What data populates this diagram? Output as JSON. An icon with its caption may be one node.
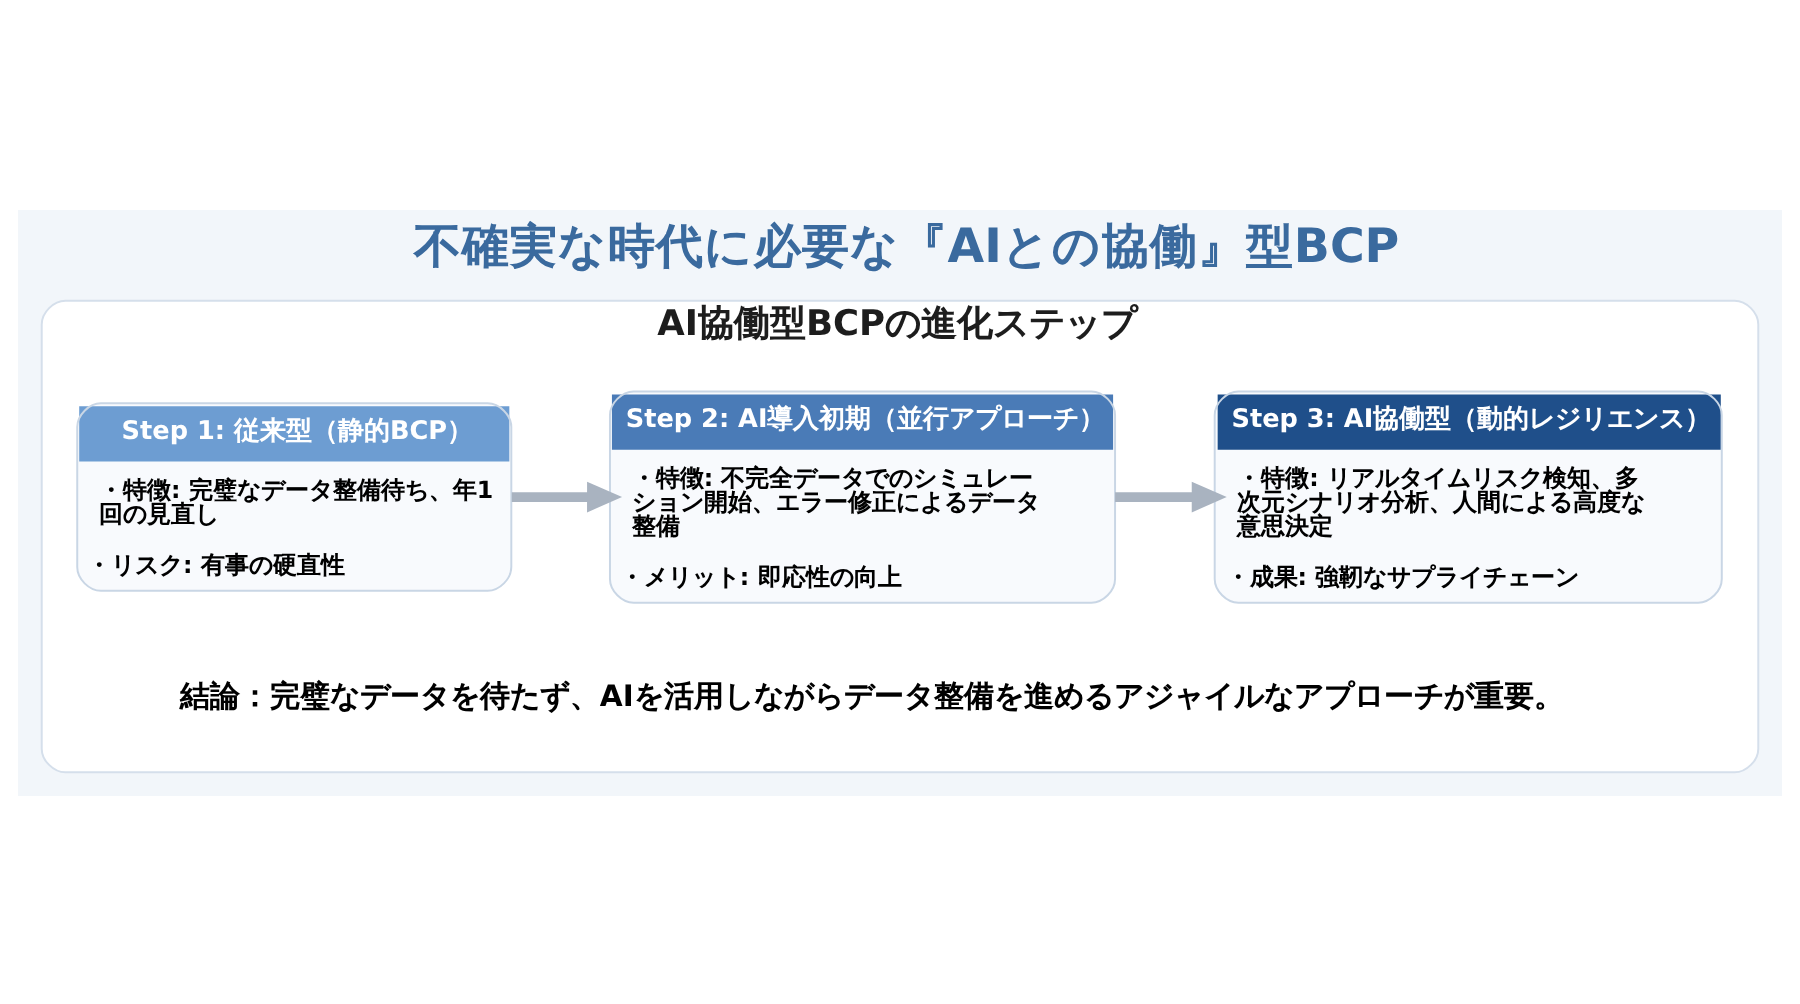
{
  "diagram": {
    "title": "不確実な時代に必要な『AIとの協働』型BCP",
    "nodes": [
      {
        "text": [
          "AI協働型BCPの進化ステップ"
        ]
      },
      {
        "text": [
          "Step 1: 従来型（静的BCP）",
          "・特徴: 完璧なデータ整備待ち、年1回の見直し",
          "・リスク: 有事の硬直性"
        ],
        "in": 0
      },
      {
        "text": [
          "Step 2: AI導入初期（並行アプローチ）",
          "・特徴: 不完全データでのシミュレーション開始、エラー修正によるデータ整備",
          "・メリット: 即応性の向上"
        ],
        "in": 0
      },
      {
        "text": [
          "Step 3: AI協働型（動的レジリエンス）",
          "・特徴: リアルタイムリスク検知、多次元シナリオ分析、人間による高度な意思決定",
          "・成果: 強靭なサプライチェーン"
        ],
        "in": 0
      }
    ],
    "edges": [
      {
        "from": 1,
        "to": 2,
        "arrow": "to"
      },
      {
        "from": 2,
        "to": 3,
        "arrow": "to"
      }
    ],
    "labels": [
      "結論：完璧なデータを待たず、AIを活用しながらデータ整備を進めるアジャイルなアプローチが重要。"
    ]
  }
}
